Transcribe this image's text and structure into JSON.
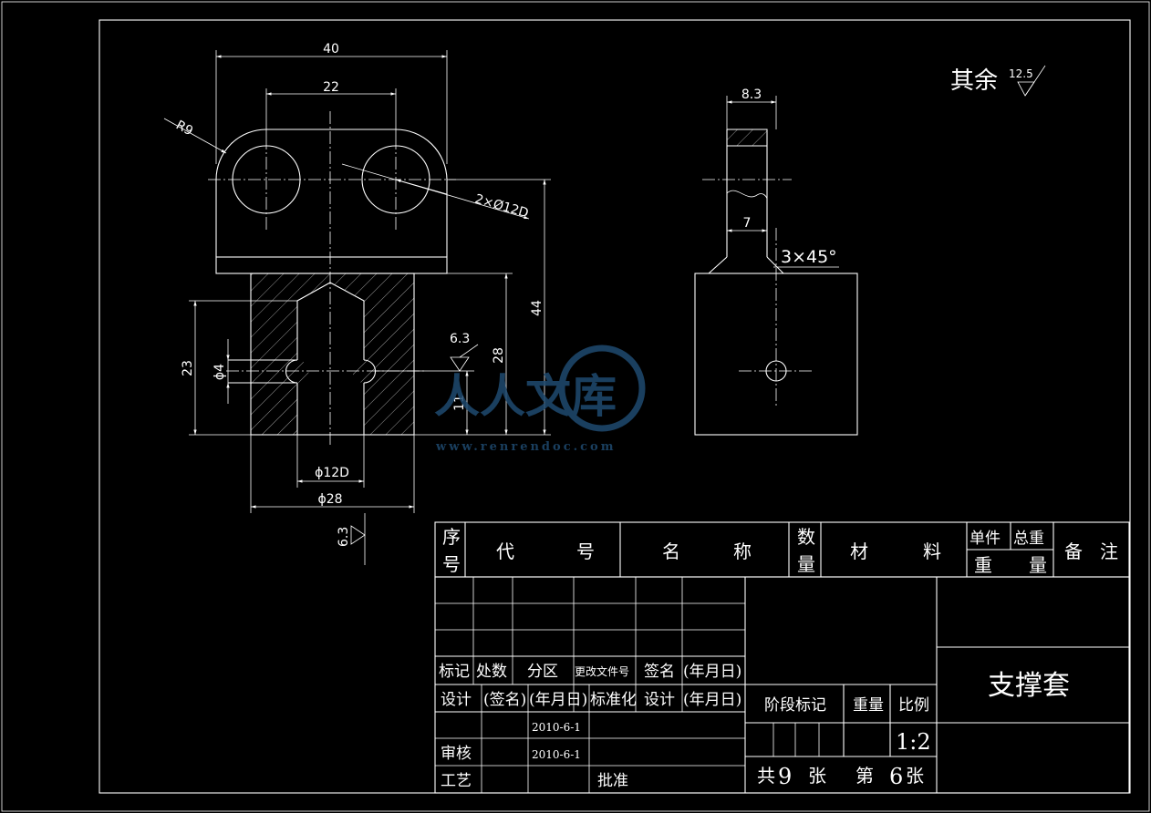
{
  "colors": {
    "background": "#000000",
    "lines": "#ffffff",
    "watermark": "#1f4a70"
  },
  "front_view": {
    "dim_40": "40",
    "dim_22": "22",
    "dim_r9": "R9",
    "dim_holes": "2×Ø12D",
    "dim_44": "44",
    "dim_28": "28",
    "dim_23": "23",
    "dim_d4": "ϕ4",
    "dim_11": "11",
    "dim_d12": "ϕ12D",
    "dim_d28": "ϕ28",
    "rough_63_a": "6.3",
    "rough_63_b": "6.3"
  },
  "side_view": {
    "dim_83": "8.3",
    "dim_7": "7",
    "chamfer": "3×45°"
  },
  "roughness_note": {
    "label": "其余",
    "value": "12.5"
  },
  "watermark": {
    "text": "人人文库",
    "url": "www.renrendoc.com"
  },
  "title_block": {
    "header": {
      "seq_top": "序",
      "seq_bottom": "号",
      "code_a": "代",
      "code_b": "号",
      "name_a": "名",
      "name_b": "称",
      "qty_top": "数",
      "qty_bottom": "量",
      "material_a": "材",
      "material_b": "料",
      "unit_weight": "单件",
      "total_weight": "总重",
      "weight_a": "重",
      "weight_b": "量",
      "remark_a": "备",
      "remark_b": "注"
    },
    "revision_row": [
      "标记",
      "处数",
      "分区",
      "更改文件号",
      "签名",
      "(年月日)"
    ],
    "design_row": [
      "设计",
      "(签名)",
      "(年月日)",
      "标准化",
      "设计",
      "(年月日)"
    ],
    "date_1": "2010-6-1",
    "date_2": "2010-6-1",
    "review": "审核",
    "process": "工艺",
    "approve": "批准",
    "stage_mark": "阶段标记",
    "weight": "重量",
    "scale_label": "比例",
    "scale_value": "1:2",
    "part_name": "支撑套",
    "sheets_total_label": "共",
    "sheets_total": "9",
    "sheets_unit_a": "张",
    "sheet_no_label": "第",
    "sheet_no": "6",
    "sheets_unit_b": "张"
  }
}
